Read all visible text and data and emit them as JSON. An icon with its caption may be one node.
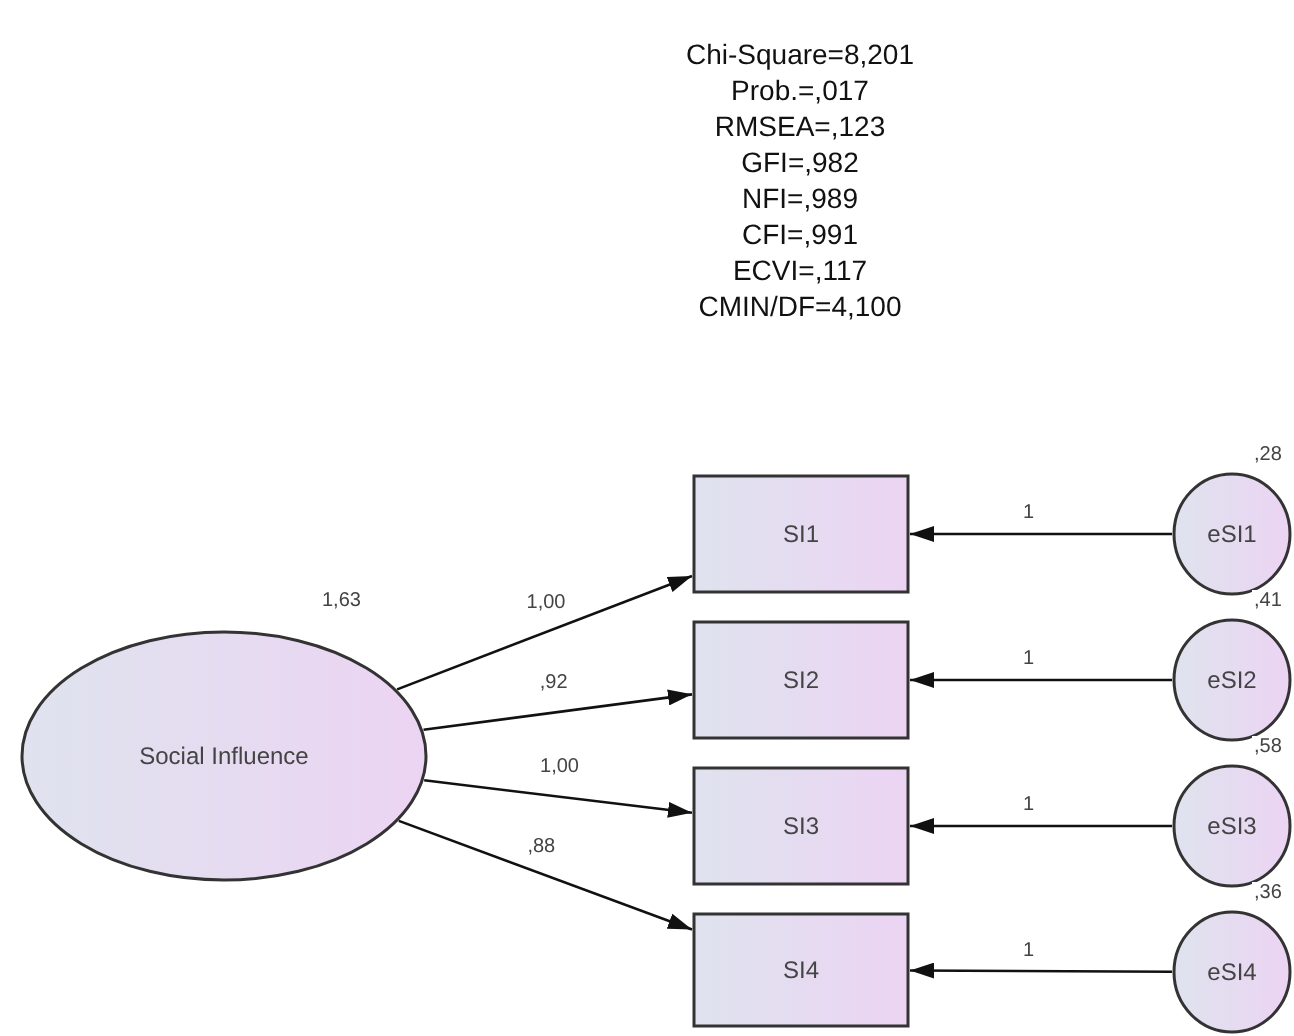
{
  "diagram": {
    "nodes": [
      {
        "text": [
          "Social Influence"
        ],
        "beside": [
          "1,63"
        ]
      },
      {
        "text": [
          "SI1"
        ]
      },
      {
        "text": [
          "SI2"
        ]
      },
      {
        "text": [
          "SI3"
        ]
      },
      {
        "text": [
          "SI4"
        ]
      },
      {
        "text": [
          "eSI1"
        ],
        "beside": [
          ",28"
        ]
      },
      {
        "text": [
          "eSI2"
        ],
        "beside": [
          ",41"
        ]
      },
      {
        "text": [
          "eSI3"
        ],
        "beside": [
          ",58"
        ]
      },
      {
        "text": [
          "eSI4"
        ],
        "beside": [
          ",36"
        ]
      }
    ],
    "edges": [
      {
        "from": 0,
        "to": 1,
        "arrow": "to",
        "label": "1,00"
      },
      {
        "from": 0,
        "to": 2,
        "arrow": "to",
        "label": ",92"
      },
      {
        "from": 0,
        "to": 3,
        "arrow": "to",
        "label": "1,00"
      },
      {
        "from": 0,
        "to": 4,
        "arrow": "to",
        "label": ",88"
      },
      {
        "from": 5,
        "to": 1,
        "arrow": "to",
        "label": "1"
      },
      {
        "from": 6,
        "to": 2,
        "arrow": "to",
        "label": "1"
      },
      {
        "from": 7,
        "to": 3,
        "arrow": "to",
        "label": "1"
      },
      {
        "from": 8,
        "to": 4,
        "arrow": "to",
        "label": "1"
      }
    ],
    "labels": [
      "Chi-Square=8,201",
      "Prob.=,017",
      "RMSEA=,123",
      "GFI=,982",
      "NFI=,989",
      "CFI=,991",
      "ECVI=,117",
      "CMIN/DF=4,100"
    ]
  }
}
